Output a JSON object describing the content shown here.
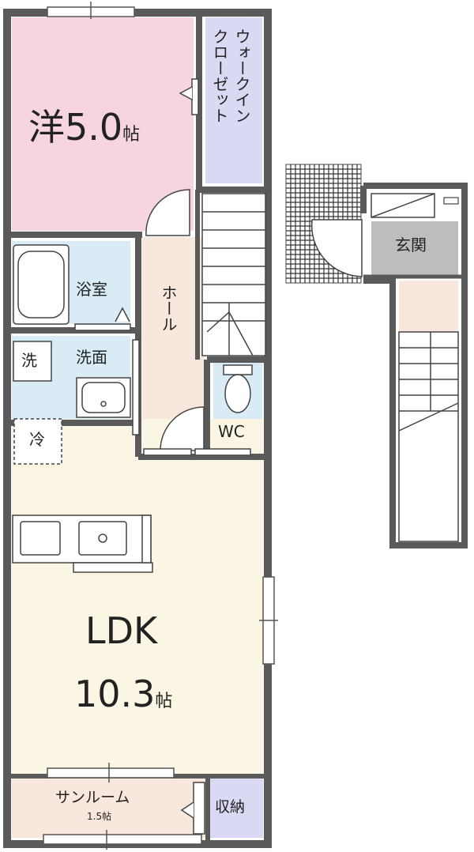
{
  "rooms": {
    "western": {
      "name": "洋",
      "size": "5.0",
      "unit": "帖"
    },
    "walk_in_closet": {
      "line1": "ウォークイン",
      "line2": "クローゼット"
    },
    "bath": "浴室",
    "washroom": "洗面",
    "washer": "洗",
    "fridge": "冷",
    "hall": "ホール",
    "wc": "WC",
    "ldk": {
      "name": "LDK",
      "size": "10.3",
      "unit": "帖"
    },
    "sunroom": {
      "name": "サンルーム",
      "size": "1.5",
      "unit": "帖"
    },
    "storage": "収納",
    "entrance": "玄関"
  },
  "colors": {
    "wall": "#5a5a5a",
    "western": "#f6d5e0",
    "closet": "#d9d9f4",
    "wet_area": "#d9ecf6",
    "hall": "#f8e7dc",
    "ldk": "#fbf6e3",
    "entrance": "#bdbdbd"
  }
}
